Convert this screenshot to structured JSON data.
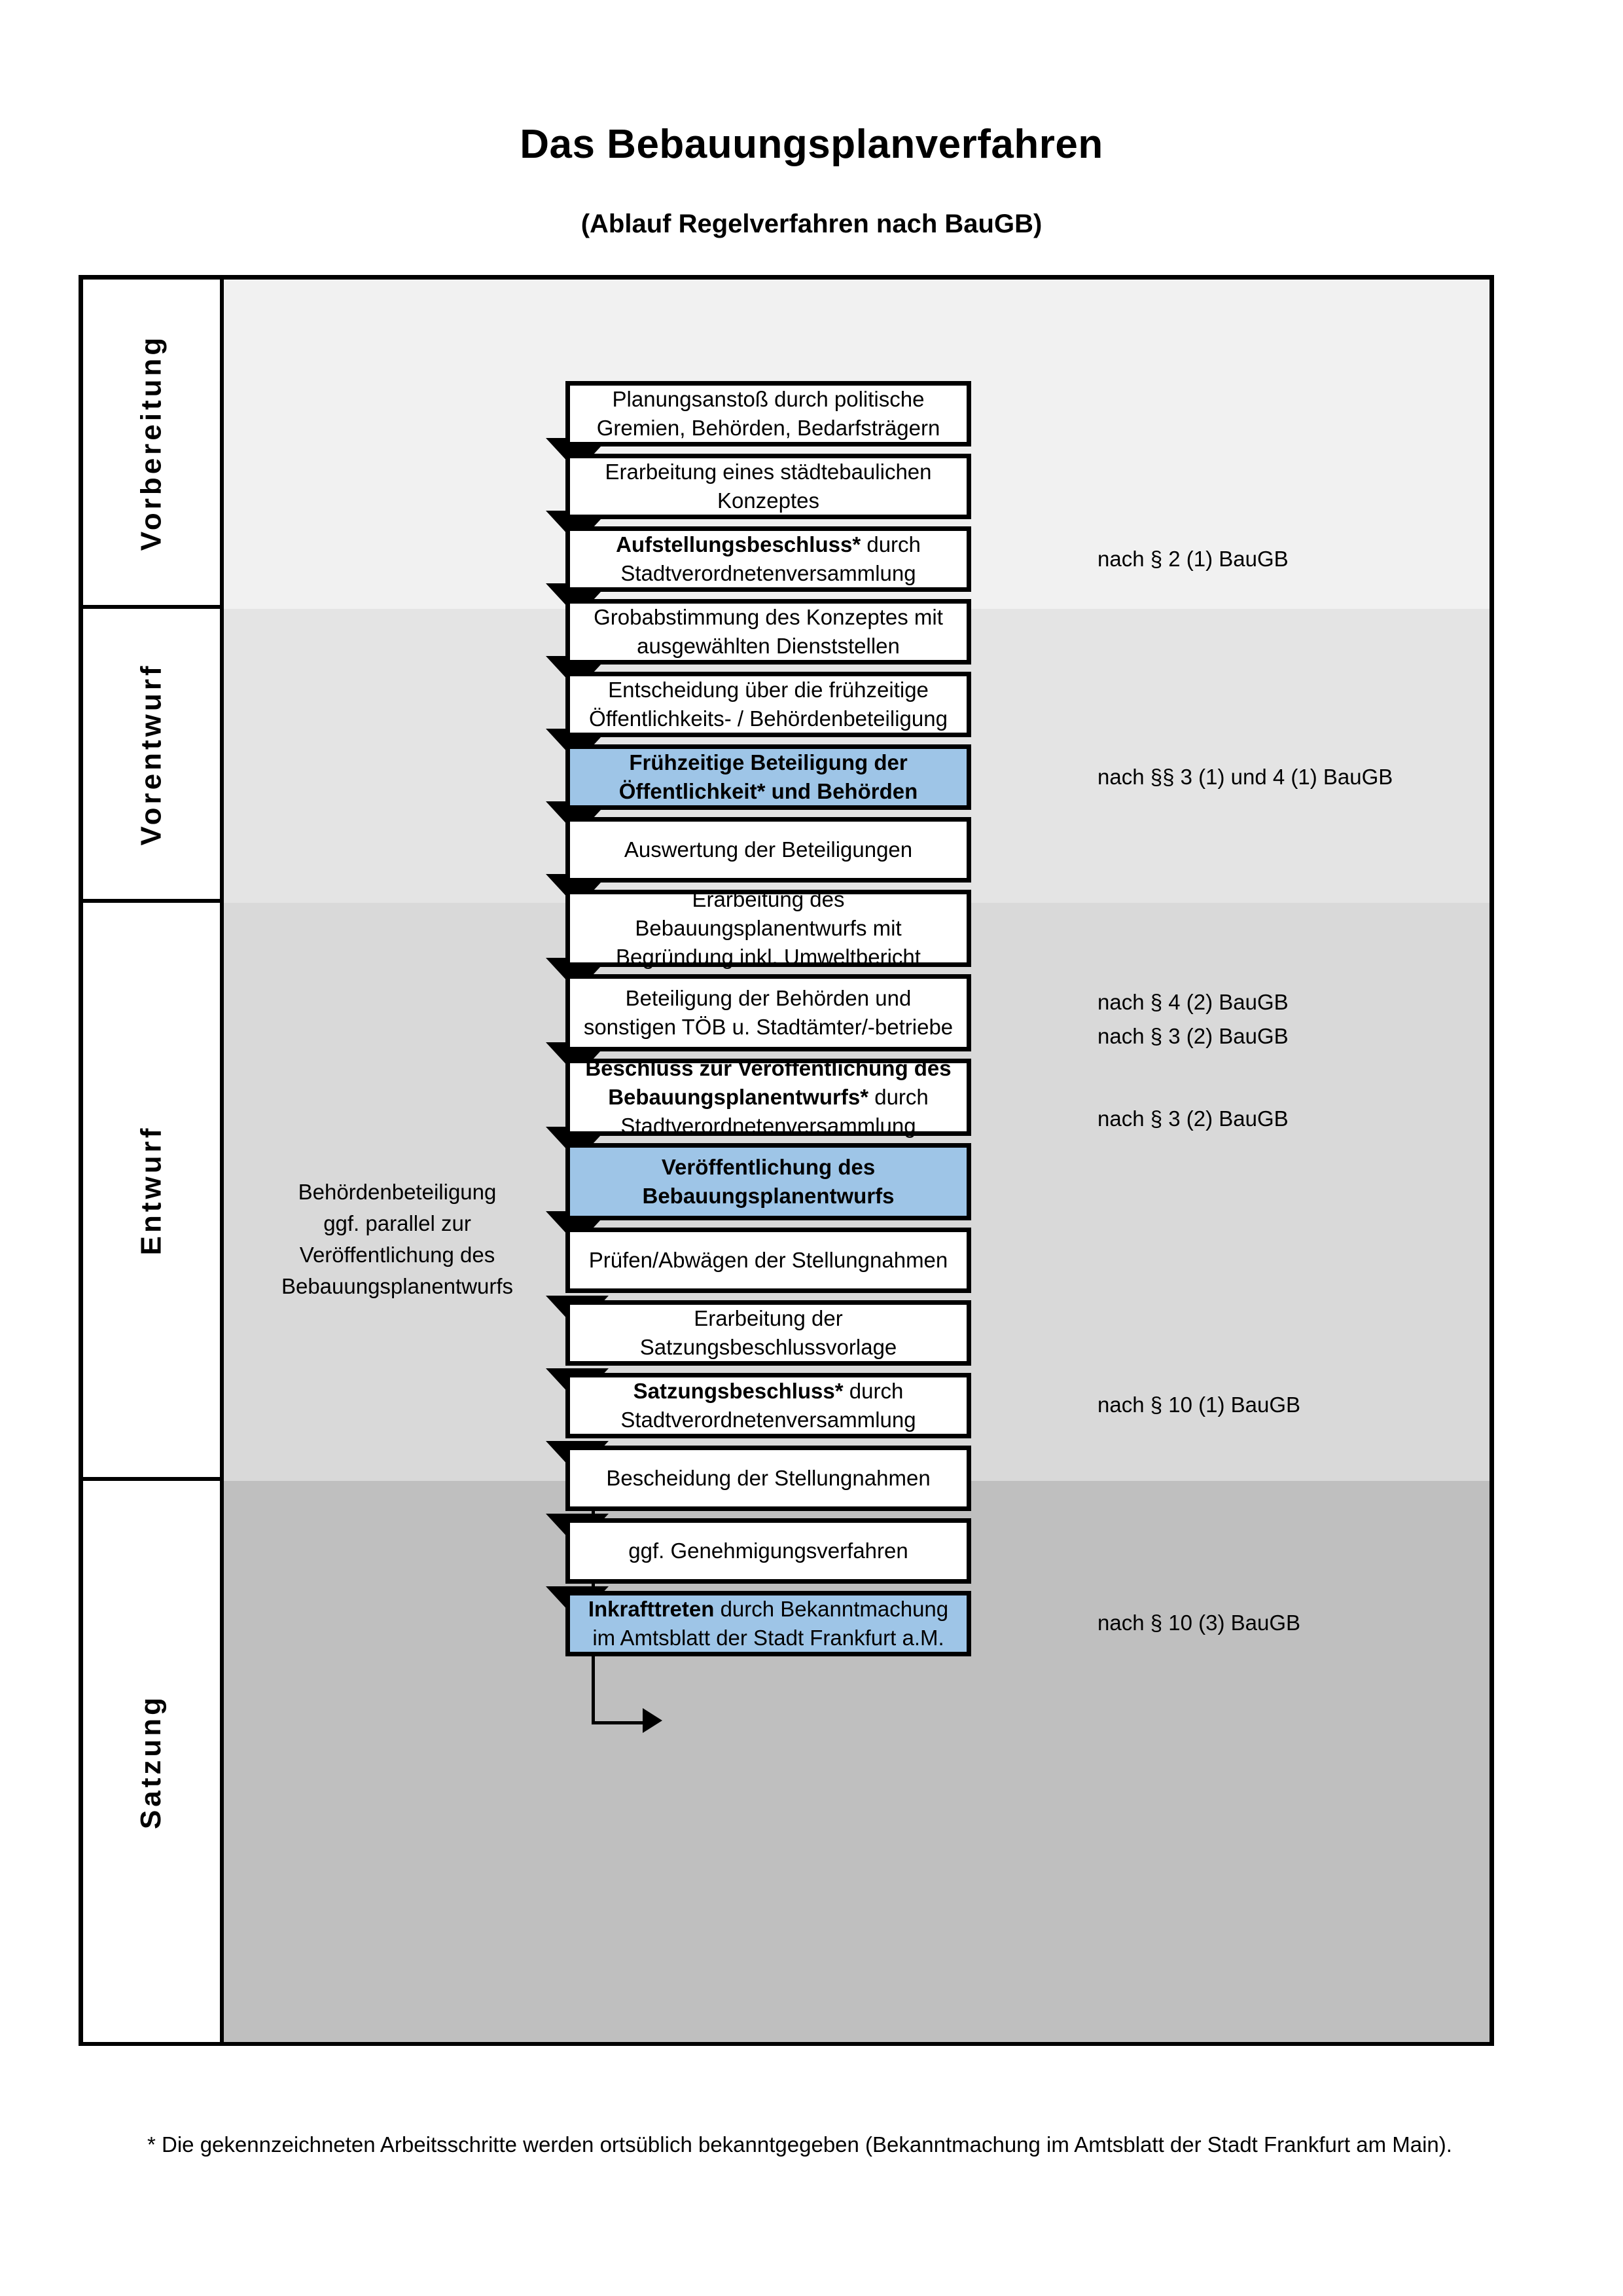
{
  "header": {
    "title": "Das Bebauungsplanverfahren",
    "subtitle": "(Ablauf Regelverfahren nach BauGB)"
  },
  "phases": [
    {
      "label": "Vorbereitung"
    },
    {
      "label": "Vorentwurf"
    },
    {
      "label": "Entwurf"
    },
    {
      "label": "Satzung"
    }
  ],
  "sidenote": "Behördenbeteiligung\nggf. parallel zur\nVeröffentlichung des\nBebauungsplanentwurfs",
  "steps": [
    {
      "id": "planungsanstoss",
      "lines": [
        "Planungsanstoß durch politische",
        "Gremien, Behörden, Bedarfsträgern"
      ],
      "bold": [],
      "highlight": false
    },
    {
      "id": "staedtebaul-konzept",
      "lines": [
        "Erarbeitung eines städtebaulichen",
        "Konzeptes"
      ],
      "bold": [],
      "highlight": false
    },
    {
      "id": "aufstellungsbeschluss",
      "lines": [
        "Aufstellungsbeschluss* durch",
        "Stadtverordnetenversammlung"
      ],
      "bold": [
        "Aufstellungsbeschluss*"
      ],
      "highlight": false
    },
    {
      "id": "grobabstimmung",
      "lines": [
        "Grobabstimmung des Konzeptes mit",
        "ausgewählten Dienststellen"
      ],
      "bold": [],
      "highlight": false
    },
    {
      "id": "entscheidung-fruehzeitig",
      "lines": [
        "Entscheidung über die frühzeitige",
        "Öffentlichkeits- / Behördenbeteiligung"
      ],
      "bold": [],
      "highlight": false
    },
    {
      "id": "fruehzeitige-beteiligung",
      "lines": [
        "Frühzeitige Beteiligung der",
        "Öffentlichkeit* und Behörden"
      ],
      "bold": [
        "Frühzeitige Beteiligung der",
        "Öffentlichkeit* und Behörden"
      ],
      "highlight": true
    },
    {
      "id": "auswertung",
      "lines": [
        "Auswertung der Beteiligungen"
      ],
      "bold": [],
      "highlight": false
    },
    {
      "id": "erarbeitung-entwurf",
      "lines": [
        "Erarbeitung des",
        "Bebauungsplanentwurfs mit",
        "Begründung inkl. Umweltbericht"
      ],
      "bold": [],
      "highlight": false
    },
    {
      "id": "beteiligung-behoerden",
      "lines": [
        "Beteiligung der Behörden und",
        "sonstigen TÖB u. Stadtämter/-betriebe"
      ],
      "bold": [],
      "highlight": false
    },
    {
      "id": "beschluss-veroeffentlichung",
      "lines": [
        "Beschluss zur Veröffentlichung des",
        "Bebauungsplanentwurfs* durch",
        "Stadtverordnetenversammlung"
      ],
      "bold": [
        "Beschluss zur Veröffentlichung des",
        "Bebauungsplanentwurfs*"
      ],
      "highlight": false
    },
    {
      "id": "veroeffentlichung",
      "lines": [
        "Veröffentlichung des",
        "Bebauungsplanentwurfs"
      ],
      "bold": [
        "Veröffentlichung des",
        "Bebauungsplanentwurfs"
      ],
      "highlight": true
    },
    {
      "id": "pruefen-abwaegen",
      "lines": [
        "Prüfen/Abwägen der Stellungnahmen"
      ],
      "bold": [],
      "highlight": false
    },
    {
      "id": "satzungsbeschlussvorlage",
      "lines": [
        "Erarbeitung der",
        "Satzungsbeschlussvorlage"
      ],
      "bold": [],
      "highlight": false
    },
    {
      "id": "satzungsbeschluss",
      "lines": [
        "Satzungsbeschluss* durch",
        "Stadtverordnetenversammlung"
      ],
      "bold": [
        "Satzungsbeschluss*"
      ],
      "highlight": false
    },
    {
      "id": "bescheidung",
      "lines": [
        "Bescheidung der Stellungnahmen"
      ],
      "bold": [],
      "highlight": false
    },
    {
      "id": "genehmigungsverfahren",
      "lines": [
        "ggf. Genehmigungsverfahren"
      ],
      "bold": [],
      "highlight": false
    },
    {
      "id": "inkrafttreten",
      "lines": [
        "Inkrafttreten durch Bekanntmachung",
        "im Amtsblatt der Stadt Frankfurt a.M."
      ],
      "bold": [
        "Inkrafttreten"
      ],
      "highlight": true
    }
  ],
  "references": [
    {
      "id": "ref-par2-1",
      "text": "nach § 2 (1) BauGB"
    },
    {
      "id": "ref-par3-1",
      "text": "nach §§ 3 (1) und 4 (1) BauGB"
    },
    {
      "id": "ref-par4-2",
      "text": "nach § 4 (2) BauGB"
    },
    {
      "id": "ref-par3-2a",
      "text": "nach § 3 (2) BauGB"
    },
    {
      "id": "ref-par3-2b",
      "text": "nach § 3 (2) BauGB"
    },
    {
      "id": "ref-par10-1",
      "text": "nach § 10 (1) BauGB"
    },
    {
      "id": "ref-par10-3",
      "text": "nach § 10 (3) BauGB"
    }
  ],
  "footnote": "* Die gekennzeichneten Arbeitsschritte werden ortsüblich bekanntgegeben (Bekanntmachung im Amtsblatt  der Stadt Frankfurt am Main).",
  "colors": {
    "highlight": "#9EC5E7",
    "band_vorbereitung": "#F1F1F1",
    "band_vorentwurf": "#E4E4E4",
    "band_entwurf": "#D9D9D9",
    "band_satzung": "#BFBFBF",
    "outline": "#000000"
  }
}
